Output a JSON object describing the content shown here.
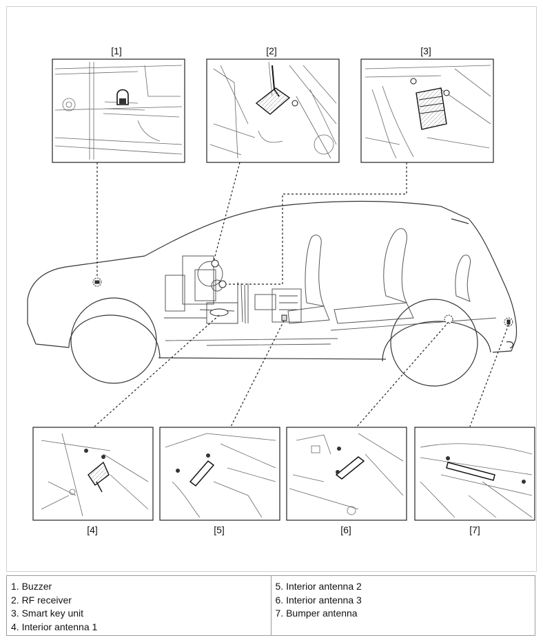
{
  "callouts": [
    "[1]",
    "[2]",
    "[3]",
    "[4]",
    "[5]",
    "[6]",
    "[7]"
  ],
  "legend": {
    "left": [
      "1. Buzzer",
      "2. RF receiver",
      "3. Smart key unit",
      "4. Interior antenna 1"
    ],
    "right": [
      "5. Interior antenna 2",
      "6. Interior antenna 3",
      "7. Bumper antenna"
    ]
  },
  "colors": {
    "line": "#333333",
    "frame": "#cfcfcf",
    "legend_border": "#9a9a9a"
  }
}
